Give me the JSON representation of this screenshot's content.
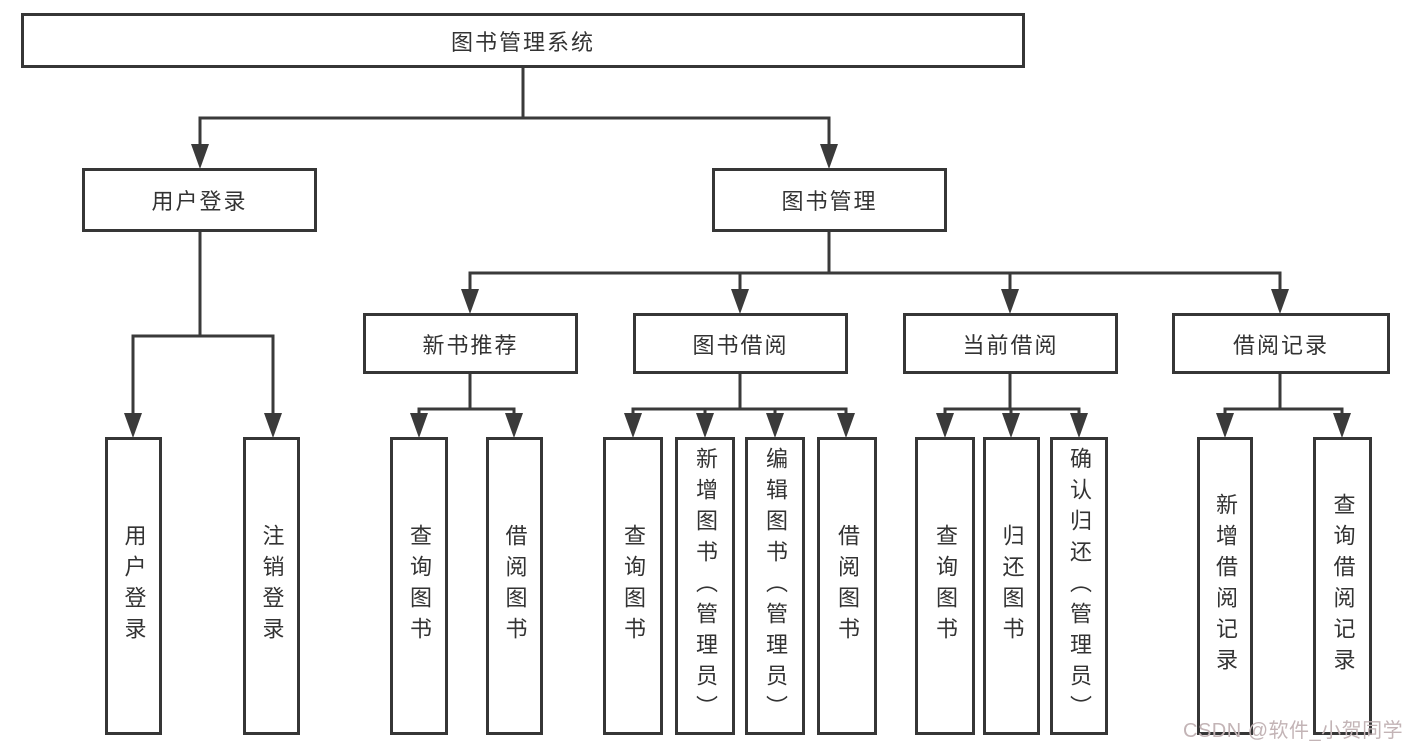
{
  "tree": {
    "label": "图书管理系统",
    "children": [
      {
        "label": "用户登录",
        "children": [
          {
            "label": "用户登录"
          },
          {
            "label": "注销登录"
          }
        ]
      },
      {
        "label": "图书管理",
        "children": [
          {
            "label": "新书推荐",
            "children": [
              {
                "label": "查询图书"
              },
              {
                "label": "借阅图书"
              }
            ]
          },
          {
            "label": "图书借阅",
            "children": [
              {
                "label": "查询图书"
              },
              {
                "label": "新增图书（管理员）"
              },
              {
                "label": "编辑图书（管理员）"
              },
              {
                "label": "借阅图书"
              }
            ]
          },
          {
            "label": "当前借阅",
            "children": [
              {
                "label": "查询图书"
              },
              {
                "label": "归还图书"
              },
              {
                "label": "确认归还（管理员）"
              }
            ]
          },
          {
            "label": "借阅记录",
            "children": [
              {
                "label": "新增借阅记录"
              },
              {
                "label": "查询借阅记录"
              }
            ]
          }
        ]
      }
    ]
  },
  "watermark": "CSDN @软件_小贺同学",
  "colors": {
    "line": "#3a3a3a",
    "box_border": "#363636",
    "text": "#333333",
    "watermark": "#c3b4b6",
    "background": "#ffffff"
  }
}
